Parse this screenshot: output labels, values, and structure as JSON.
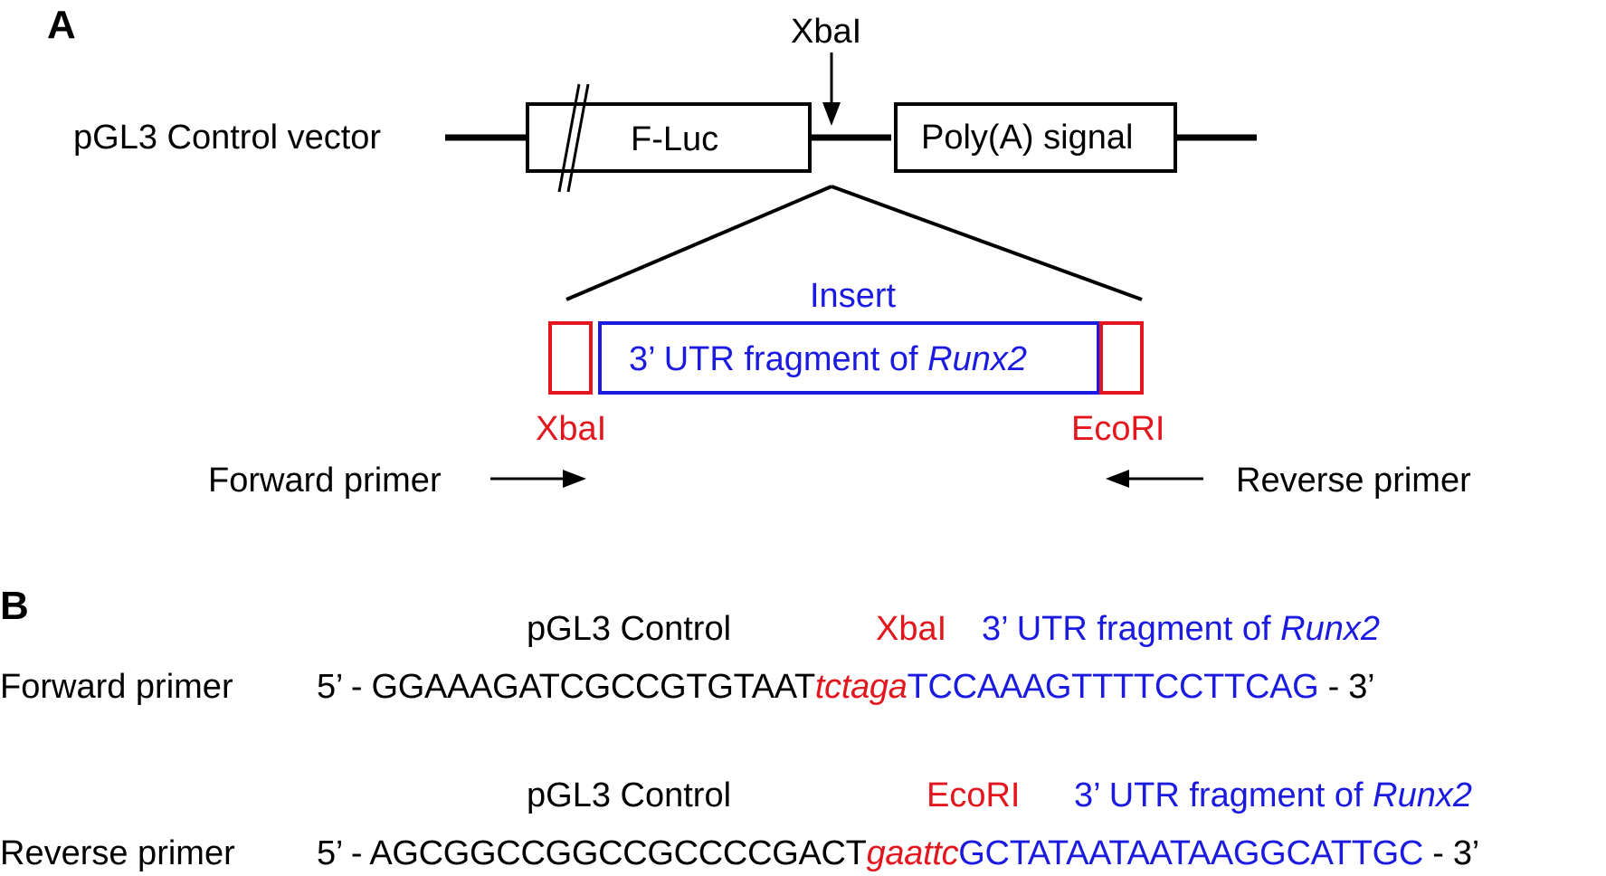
{
  "colors": {
    "enzyme": "#e3161d",
    "insert": "#1a1ae0",
    "vector": "#000000"
  },
  "panel_a": {
    "label": "A",
    "vector_label": "pGL3 Control vector",
    "xbai_top_label": "XbaI",
    "fluc_label": "F-Luc",
    "polya_label": "Poly(A) signal",
    "insert_title": "Insert",
    "insert_box_text_prefix": "3’ UTR fragment of ",
    "insert_box_text_gene": "Runx2",
    "left_site_label": "XbaI",
    "right_site_label": "EcoRI",
    "forward_primer_label": "Forward primer",
    "reverse_primer_label": "Reverse primer"
  },
  "panel_b": {
    "label": "B",
    "forward": {
      "name": "Forward primer",
      "header_vector": "pGL3 Control",
      "header_enzyme": "XbaI",
      "header_insert_prefix": "3’ UTR fragment of ",
      "header_insert_gene": "Runx2",
      "five_prime": "5’ - ",
      "vector_seq": "GGAAAGATCGCCGTGTAAT",
      "site_seq": "tctaga",
      "insert_seq": "TCCAAAGTTTTCCTTCAG",
      "three_prime": " - 3’"
    },
    "reverse": {
      "name": "Reverse primer",
      "header_vector": "pGL3  Control",
      "header_enzyme": "EcoRI",
      "header_insert_prefix": "3’ UTR fragment of ",
      "header_insert_gene": "Runx2",
      "five_prime": "5’ - ",
      "vector_seq": "AGCGGCCGGCCGCCCCGACT",
      "site_seq": "gaattc",
      "insert_seq": "GCTATAATAATAAGGCATTGC",
      "three_prime": " - 3’"
    }
  }
}
